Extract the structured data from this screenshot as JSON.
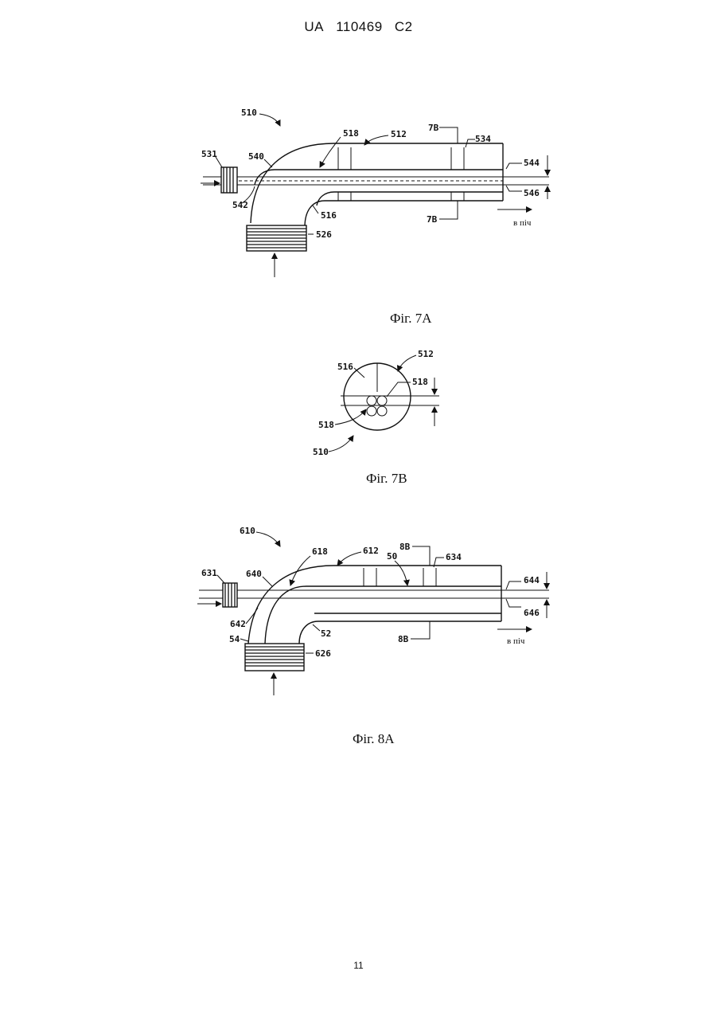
{
  "header": {
    "country": "UA",
    "number": "110469",
    "kind": "C2"
  },
  "page_number": "11",
  "figures": {
    "fig7a": {
      "caption": "Фіг. 7A",
      "arrow_note": "в піч",
      "labels": {
        "l510": "510",
        "l518": "518",
        "l512": "512",
        "l7b_top": "7B",
        "l534": "534",
        "l531": "531",
        "l540": "540",
        "l544": "544",
        "l546": "546",
        "l542": "542",
        "l516": "516",
        "l7b_bot": "7B",
        "l526": "526"
      }
    },
    "fig7b": {
      "caption": "Фіг. 7B",
      "labels": {
        "l516": "516",
        "l512": "512",
        "l518_right": "518",
        "l518_left": "518",
        "l510": "510"
      }
    },
    "fig8a": {
      "caption": "Фіг. 8A",
      "arrow_note": "в піч",
      "labels": {
        "l610": "610",
        "l618": "618",
        "l612": "612",
        "l8b_top": "8B",
        "l50": "50",
        "l634": "634",
        "l631": "631",
        "l640": "640",
        "l644": "644",
        "l642": "642",
        "l646": "646",
        "l54": "54",
        "l52": "52",
        "l8b_bot": "8B",
        "l626": "626"
      }
    }
  }
}
